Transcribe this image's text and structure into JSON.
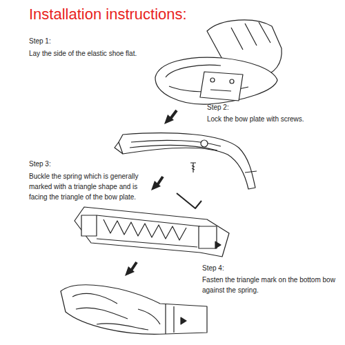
{
  "diagram": {
    "title": "Installation instructions:",
    "labels": [
      "Step 1:",
      "Lay the side of the elastic shoe flat.",
      "Step 2:",
      "Lock the bow plate with screws.",
      "Step 3:",
      "Buckle the spring which is generally marked with a triangle shape and is facing the triangle of the bow plate.",
      "Step 4:",
      "Fasten the triangle mark on the bottom bow against the spring."
    ]
  }
}
